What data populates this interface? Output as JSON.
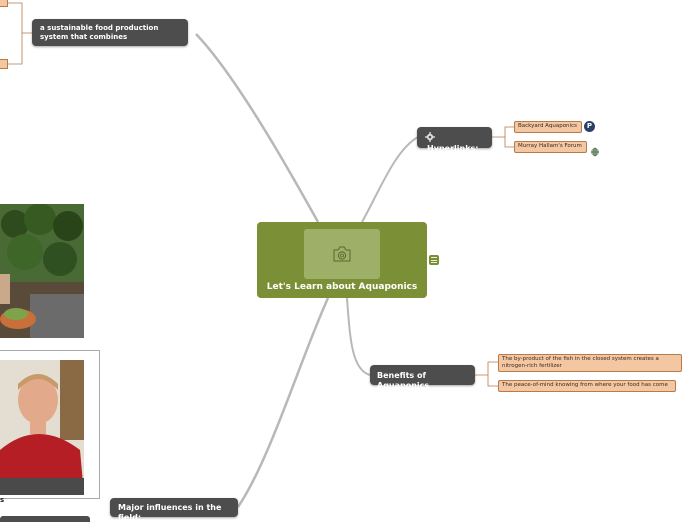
{
  "center": {
    "title": "Let's Learn about Aquaponics",
    "icon": "camera-icon"
  },
  "top_node": {
    "label": "a sustainable food production system that combines"
  },
  "hyperlinks": {
    "label": "Hyperlinks:",
    "icon": "gear-icon",
    "children": [
      "Backyard Aquaponics",
      "Murray Hallam's Forum"
    ]
  },
  "benefits": {
    "label": "Benefits of Aquaponics",
    "children": [
      "The by-product of the fish in the closed system creates a nitrogen-rich fertilizer",
      "The peace-of-mind knowing from where your food has come"
    ]
  },
  "influences": {
    "label": "Major influences in the field:"
  },
  "colors": {
    "center": "#7b8f36",
    "dark_node": "#4d4d4d",
    "leaf": "#f4c7a3",
    "line": "#b5b5b5"
  }
}
